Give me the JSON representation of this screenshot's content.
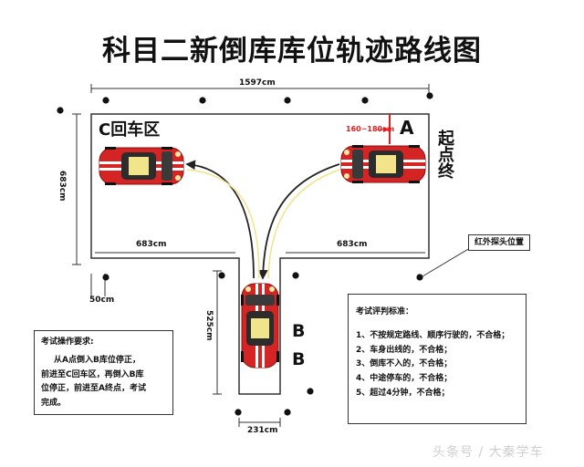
{
  "title": "科目二新倒库库位轨迹路线图",
  "dimensions": {
    "total_width": "1597cm",
    "depth": "683cm",
    "left_width": "683cm",
    "right_width": "683cm",
    "garage_depth": "525cm",
    "garage_width": "231cm",
    "offset": "50cm",
    "stop_range": "160~180cm"
  },
  "zones": {
    "a_label": "A",
    "b_label_1": "B",
    "b_label_2": "B",
    "c_label": "C回车区",
    "start_label": "起点终"
  },
  "sensor_label": "红外探头位置",
  "operation_box": {
    "heading": "考试操作要求:",
    "lines": [
      "从A点倒入B库位停正，",
      "前进至C回车区，再倒入B库",
      "位停正，前进至A终点，考试",
      "完成。"
    ]
  },
  "criteria_box": {
    "heading": "考试评判标准：",
    "items": [
      "1、不按规定路线、顺序行驶的，不合格；",
      "2、车身出线的，不合格；",
      "3、倒库不入的，不合格；",
      "4、中途停车的，不合格；",
      "5、超过4分钟，不合格；"
    ]
  },
  "watermark": "头条号 / 大秦学车",
  "colors": {
    "car_body": "#d42424",
    "car_stripe": "#ffffff",
    "lines": "#333333",
    "stop_marker": "#e02020"
  }
}
